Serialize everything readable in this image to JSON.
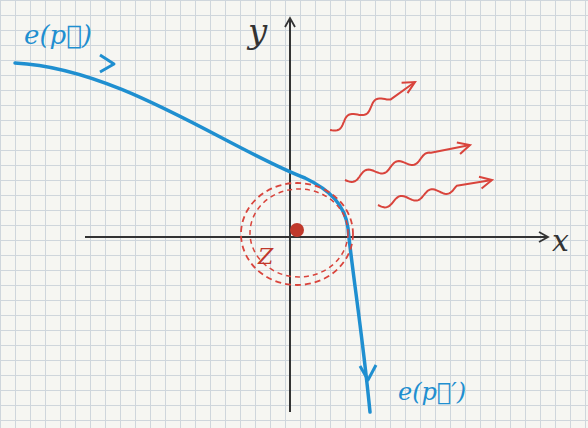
{
  "diagram": {
    "nodes": [
      {
        "text": [
          "Z"
        ]
      }
    ],
    "labels": [
      "y",
      "x",
      "e(p⃗)",
      "e(p⃗′)"
    ]
  }
}
